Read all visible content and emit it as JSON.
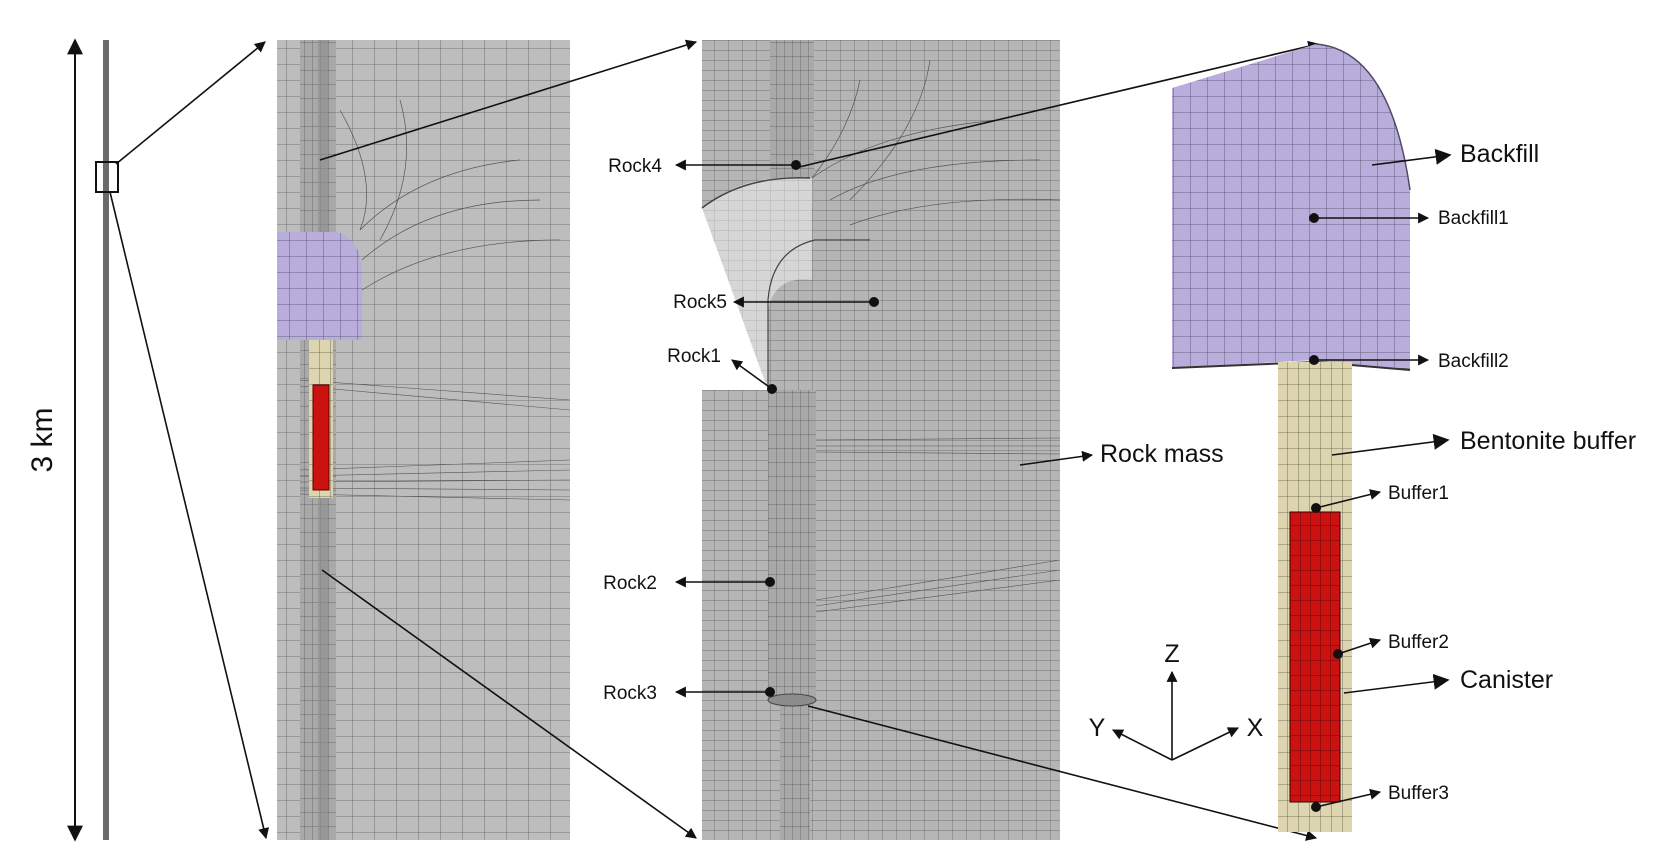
{
  "scale": {
    "label": "3 km"
  },
  "labels": {
    "rock4": "Rock4",
    "rock5": "Rock5",
    "rock1": "Rock1",
    "rock2": "Rock2",
    "rock3": "Rock3",
    "rock_mass": "Rock mass",
    "backfill": "Backfill",
    "backfill1": "Backfill1",
    "backfill2": "Backfill2",
    "bentonite_buffer": "Bentonite buffer",
    "buffer1": "Buffer1",
    "buffer2": "Buffer2",
    "buffer3": "Buffer3",
    "canister": "Canister"
  },
  "axes": {
    "z": "Z",
    "y": "Y",
    "x": "X"
  },
  "colors": {
    "mesh_fill": "#b9b9b9",
    "mesh_dark": "#9e9e9e",
    "mesh_line": "#555555",
    "backfill": "#b9aedb",
    "bentonite": "#ddd5b0",
    "canister": "#cc1111",
    "ink": "#111111"
  }
}
